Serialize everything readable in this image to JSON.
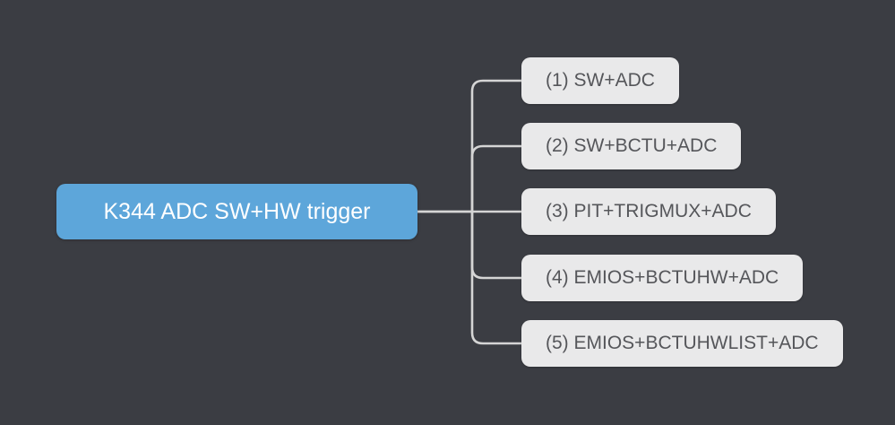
{
  "mindmap": {
    "root": {
      "label": "K344 ADC SW+HW trigger"
    },
    "children": [
      {
        "label": "(1) SW+ADC"
      },
      {
        "label": "(2) SW+BCTU+ADC"
      },
      {
        "label": "(3) PIT+TRIGMUX+ADC"
      },
      {
        "label": "(4) EMIOS+BCTUHW+ADC"
      },
      {
        "label": "(5) EMIOS+BCTUHWLIST+ADC"
      }
    ],
    "colors": {
      "canvas-bg": "#3b3d43",
      "root-bg": "#5da6da",
      "root-text": "#ffffff",
      "child-bg": "#e9e9ea",
      "child-text": "#55565a",
      "connector": "#d5d5d5"
    }
  }
}
